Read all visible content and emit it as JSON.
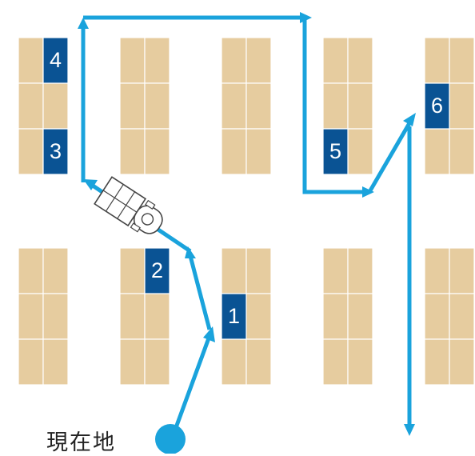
{
  "start_label": "現在地",
  "pick_locations": [
    "1",
    "2",
    "3",
    "4",
    "5",
    "6"
  ],
  "colors": {
    "shelf": "#e6cc9f",
    "selected_bin": "#0a5394",
    "route": "#1aa3dc",
    "text": "#222222"
  },
  "icons": [
    "forklift-cart-icon",
    "start-position-icon"
  ]
}
